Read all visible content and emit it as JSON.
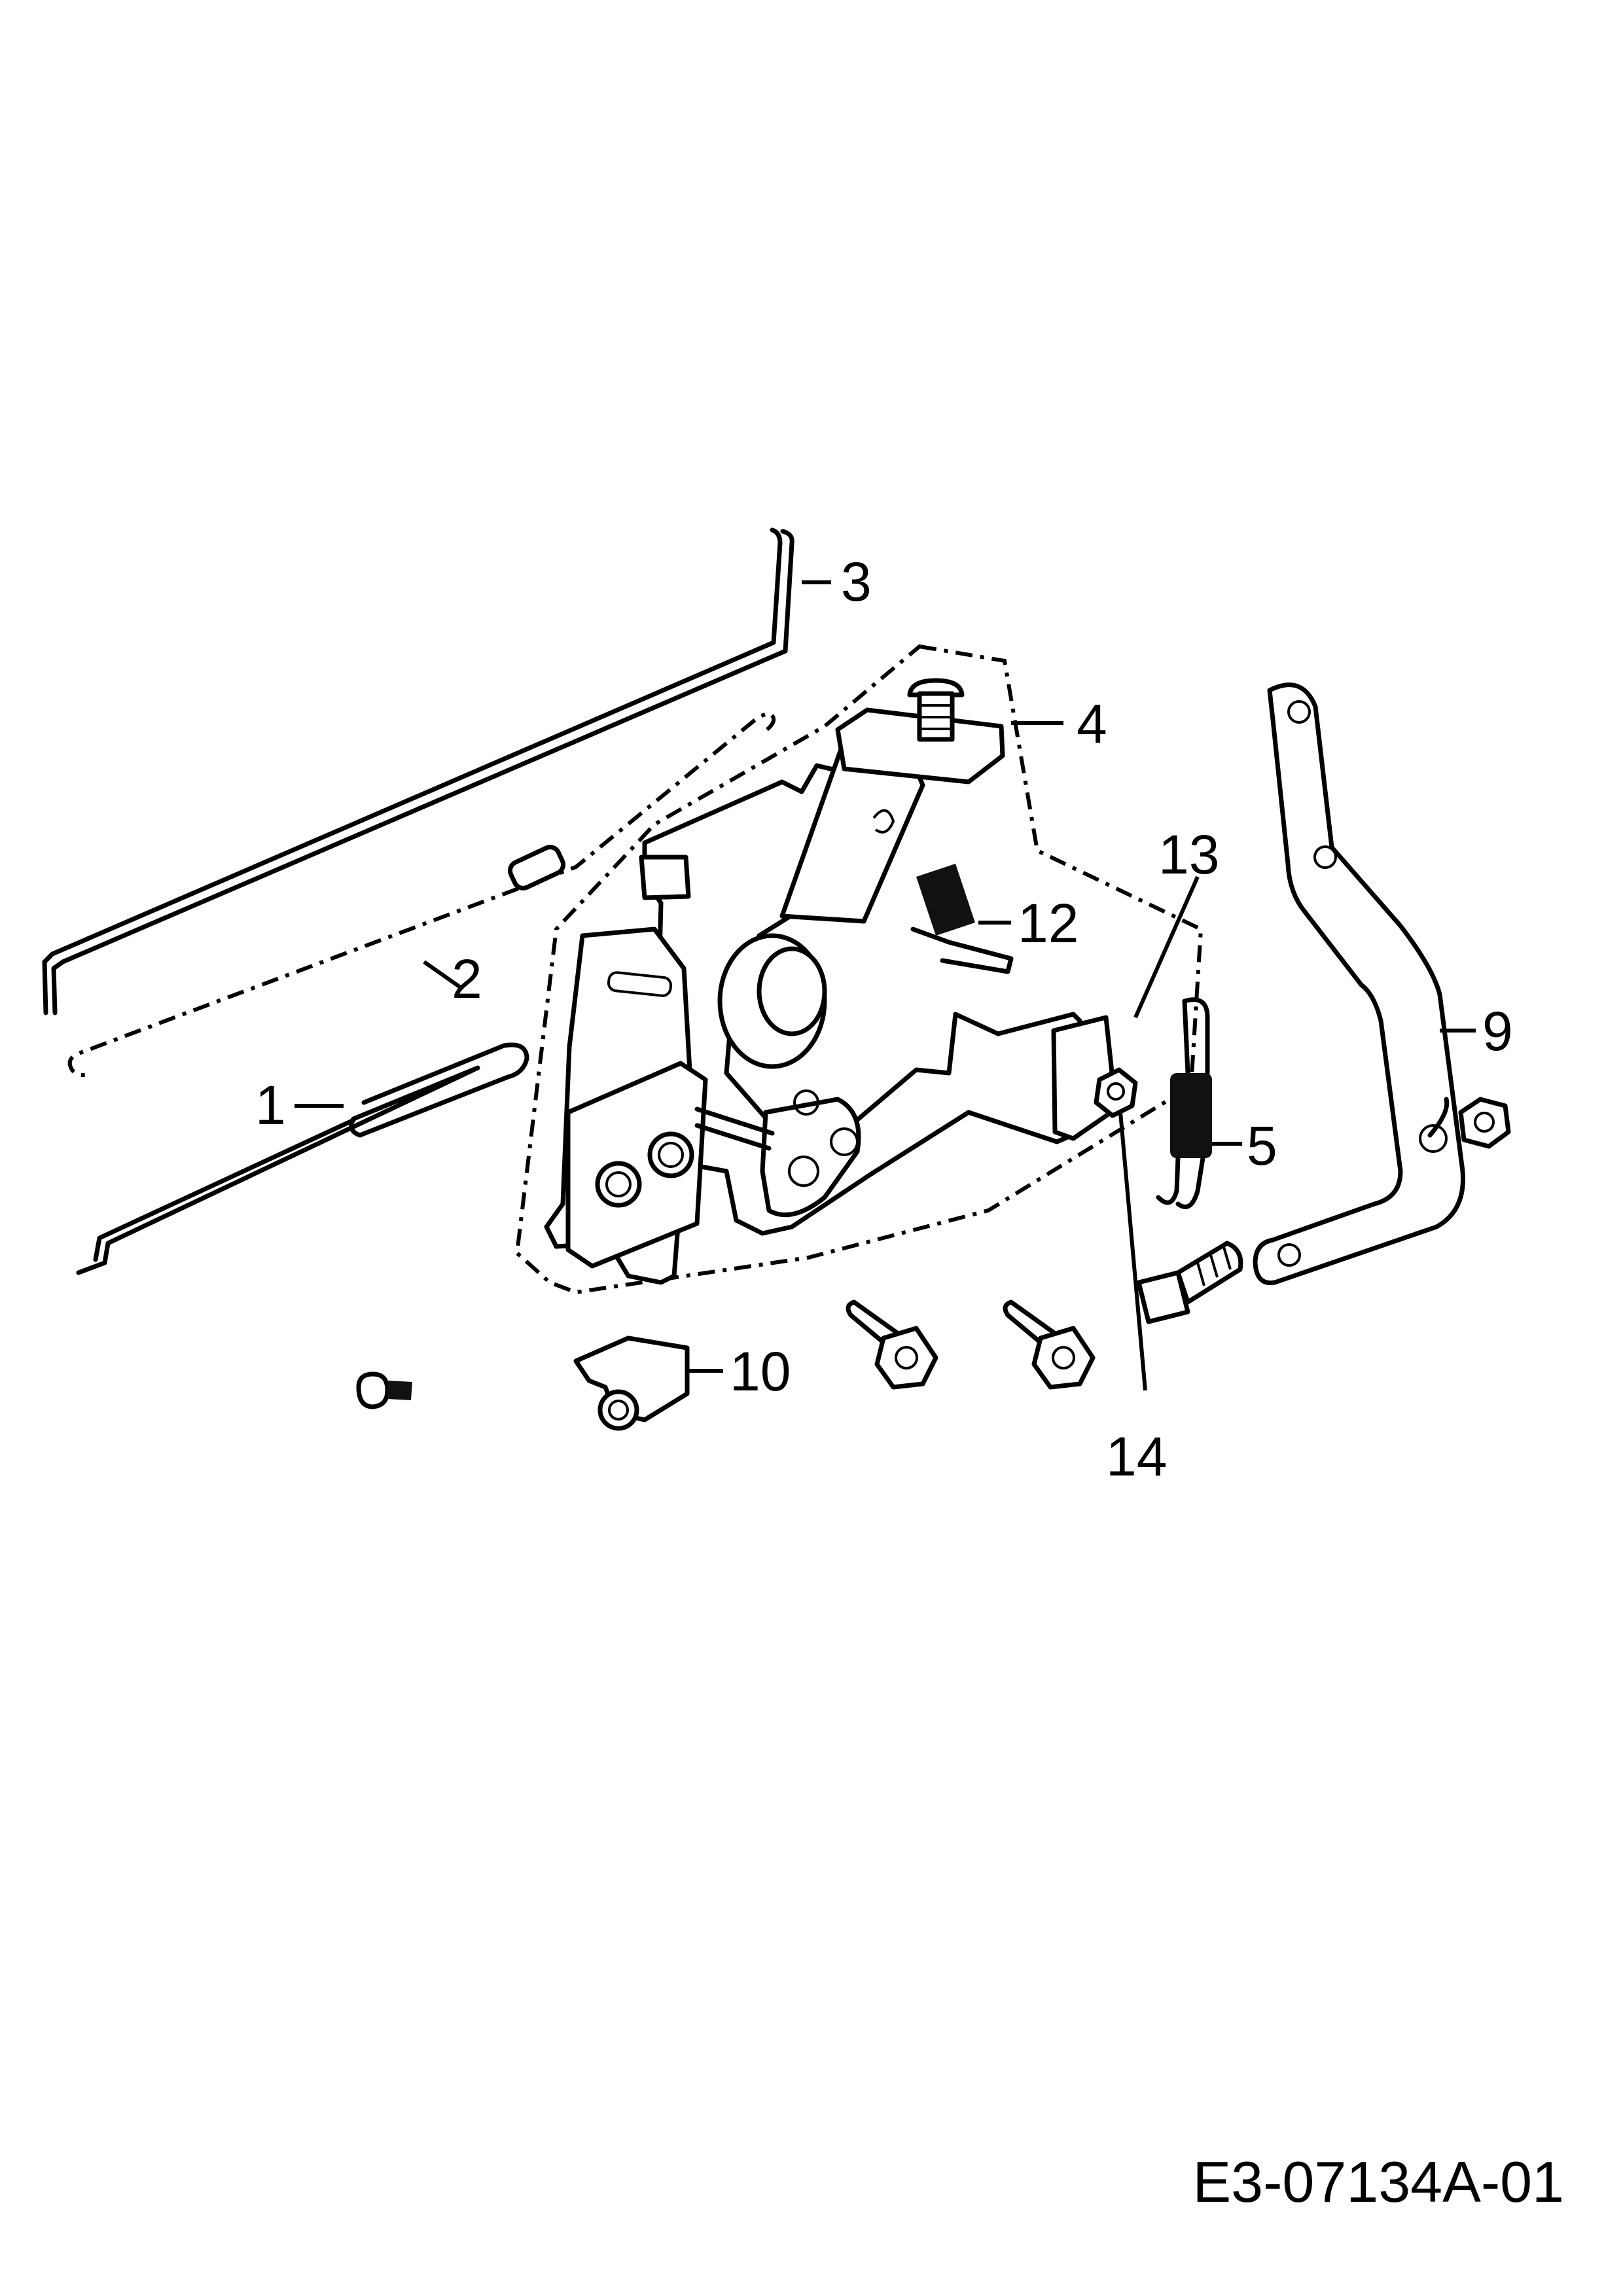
{
  "callouts": [
    {
      "id": "1",
      "text": "1"
    },
    {
      "id": "2",
      "text": "2"
    },
    {
      "id": "3",
      "text": "3"
    },
    {
      "id": "4",
      "text": "4"
    },
    {
      "id": "5",
      "text": "5"
    },
    {
      "id": "9",
      "text": "9"
    },
    {
      "id": "10",
      "text": "10"
    },
    {
      "id": "12",
      "text": "12"
    },
    {
      "id": "13",
      "text": "13"
    },
    {
      "id": "14",
      "text": "14"
    }
  ],
  "drawing_code": "E3-07134A-01"
}
